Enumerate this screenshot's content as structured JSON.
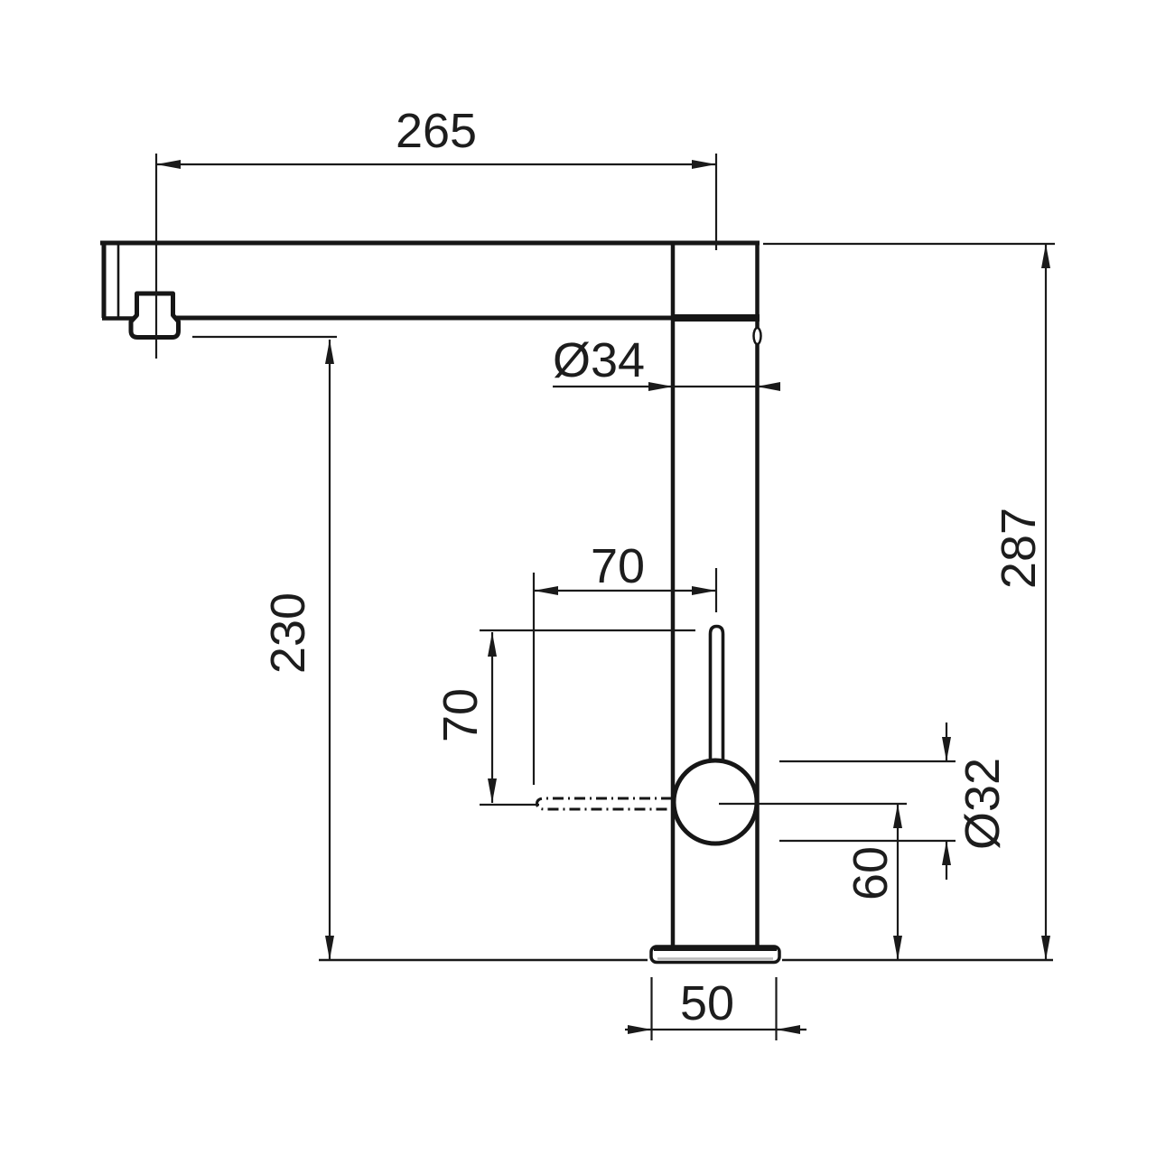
{
  "diagram": {
    "colors": {
      "line": "#161616",
      "background": "#ffffff",
      "flange_shadow": "#b9b9b9"
    },
    "dimensions": {
      "spout_reach": "265",
      "body_diameter": "Ø34",
      "overall_height": "287",
      "outlet_height": "230",
      "lever_horizontal_offset": "70",
      "lever_vertical_travel": "70",
      "lever_ball_diameter": "Ø32",
      "ball_axis_height": "60",
      "base_width": "50"
    }
  }
}
